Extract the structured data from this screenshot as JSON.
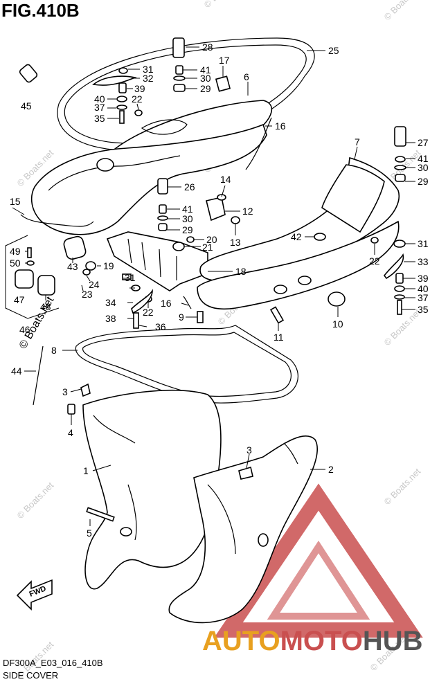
{
  "figure": {
    "title": "FIG.410B",
    "model_code": "DF300A_E03_016_410B",
    "section_title": "SIDE COVER",
    "fwd_label": "FWD",
    "watermark": "© Boats.net",
    "brand": {
      "part1": "AUTO",
      "part2": "MOTO",
      "part3": "HUB"
    }
  },
  "callouts": [
    {
      "id": "c1",
      "label": "1"
    },
    {
      "id": "c2",
      "label": "2"
    },
    {
      "id": "c3a",
      "label": "3"
    },
    {
      "id": "c3b",
      "label": "3"
    },
    {
      "id": "c4",
      "label": "4"
    },
    {
      "id": "c5",
      "label": "5"
    },
    {
      "id": "c6",
      "label": "6"
    },
    {
      "id": "c7",
      "label": "7"
    },
    {
      "id": "c8",
      "label": "8"
    },
    {
      "id": "c9",
      "label": "9"
    },
    {
      "id": "c10",
      "label": "10"
    },
    {
      "id": "c11",
      "label": "11"
    },
    {
      "id": "c12",
      "label": "12"
    },
    {
      "id": "c13",
      "label": "13"
    },
    {
      "id": "c14",
      "label": "14"
    },
    {
      "id": "c15",
      "label": "15"
    },
    {
      "id": "c16a",
      "label": "16"
    },
    {
      "id": "c16b",
      "label": "16"
    },
    {
      "id": "c17",
      "label": "17"
    },
    {
      "id": "c18",
      "label": "18"
    },
    {
      "id": "c19",
      "label": "19"
    },
    {
      "id": "c20",
      "label": "20"
    },
    {
      "id": "c21",
      "label": "21"
    },
    {
      "id": "c22a",
      "label": "22"
    },
    {
      "id": "c22b",
      "label": "22"
    },
    {
      "id": "c22c",
      "label": "22"
    },
    {
      "id": "c23",
      "label": "23"
    },
    {
      "id": "c24",
      "label": "24"
    },
    {
      "id": "c25",
      "label": "25"
    },
    {
      "id": "c26",
      "label": "26"
    },
    {
      "id": "c27",
      "label": "27"
    },
    {
      "id": "c28",
      "label": "28"
    },
    {
      "id": "c29a",
      "label": "29"
    },
    {
      "id": "c29b",
      "label": "29"
    },
    {
      "id": "c29c",
      "label": "29"
    },
    {
      "id": "c30a",
      "label": "30"
    },
    {
      "id": "c30b",
      "label": "30"
    },
    {
      "id": "c30c",
      "label": "30"
    },
    {
      "id": "c31a",
      "label": "31"
    },
    {
      "id": "c31b",
      "label": "31"
    },
    {
      "id": "c31c",
      "label": "31"
    },
    {
      "id": "c32",
      "label": "32"
    },
    {
      "id": "c33",
      "label": "33"
    },
    {
      "id": "c34",
      "label": "34"
    },
    {
      "id": "c35a",
      "label": "35"
    },
    {
      "id": "c35b",
      "label": "35"
    },
    {
      "id": "c36",
      "label": "36"
    },
    {
      "id": "c37a",
      "label": "37"
    },
    {
      "id": "c37b",
      "label": "37"
    },
    {
      "id": "c38",
      "label": "38"
    },
    {
      "id": "c39a",
      "label": "39"
    },
    {
      "id": "c39b",
      "label": "39"
    },
    {
      "id": "c40a",
      "label": "40"
    },
    {
      "id": "c40b",
      "label": "40"
    },
    {
      "id": "c41a",
      "label": "41"
    },
    {
      "id": "c41b",
      "label": "41"
    },
    {
      "id": "c41c",
      "label": "41"
    },
    {
      "id": "c42",
      "label": "42"
    },
    {
      "id": "c43",
      "label": "43"
    },
    {
      "id": "c44",
      "label": "44"
    },
    {
      "id": "c45",
      "label": "45"
    },
    {
      "id": "c46",
      "label": "46"
    },
    {
      "id": "c47",
      "label": "47"
    },
    {
      "id": "c48",
      "label": "48"
    },
    {
      "id": "c49",
      "label": "49"
    },
    {
      "id": "c50",
      "label": "50"
    }
  ],
  "colors": {
    "line": "#000000",
    "background": "#ffffff",
    "watermark": "#c8c8c8",
    "logo_red": "#c94f4f",
    "logo_orange": "#e8a020",
    "logo_gray": "#555555"
  }
}
